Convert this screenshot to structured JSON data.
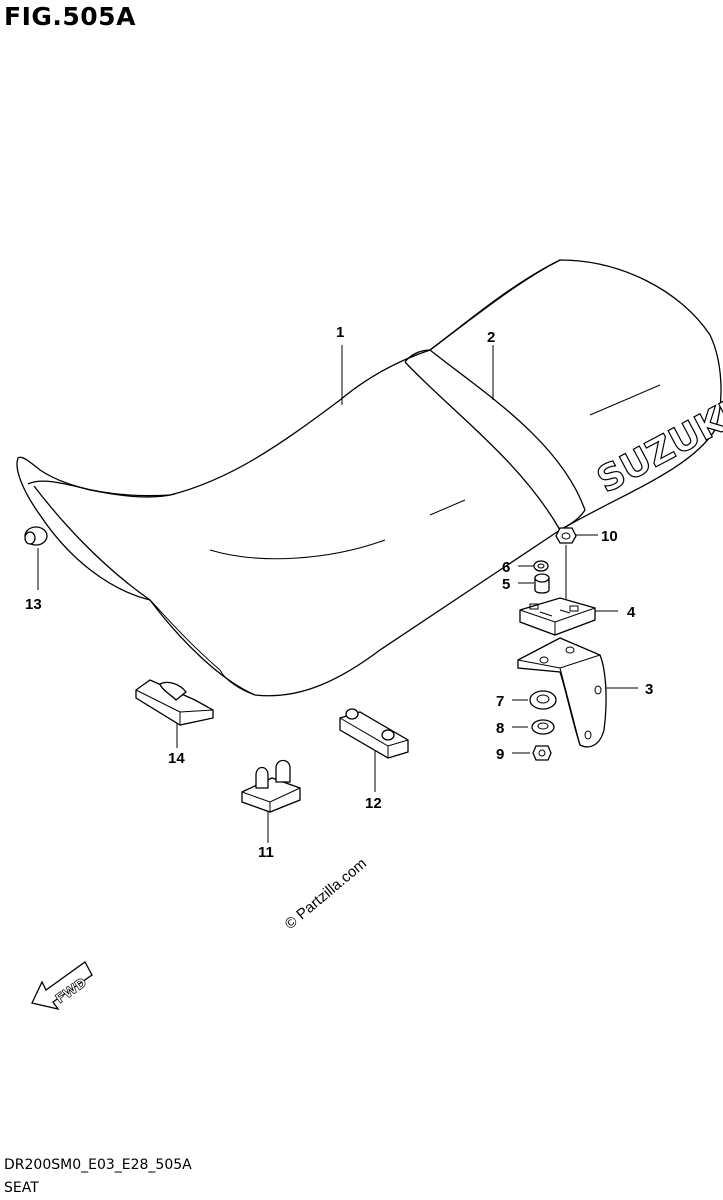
{
  "figure": {
    "title": "FIG.505A",
    "code": "DR200SM0_E03_E28_505A",
    "name": "SEAT"
  },
  "seat_brand": "SUZUKI",
  "watermark": "© Partzilla.com",
  "fwd_label": "FWD",
  "callouts": [
    "1",
    "2",
    "3",
    "4",
    "5",
    "6",
    "7",
    "8",
    "9",
    "10",
    "11",
    "12",
    "13",
    "14"
  ]
}
